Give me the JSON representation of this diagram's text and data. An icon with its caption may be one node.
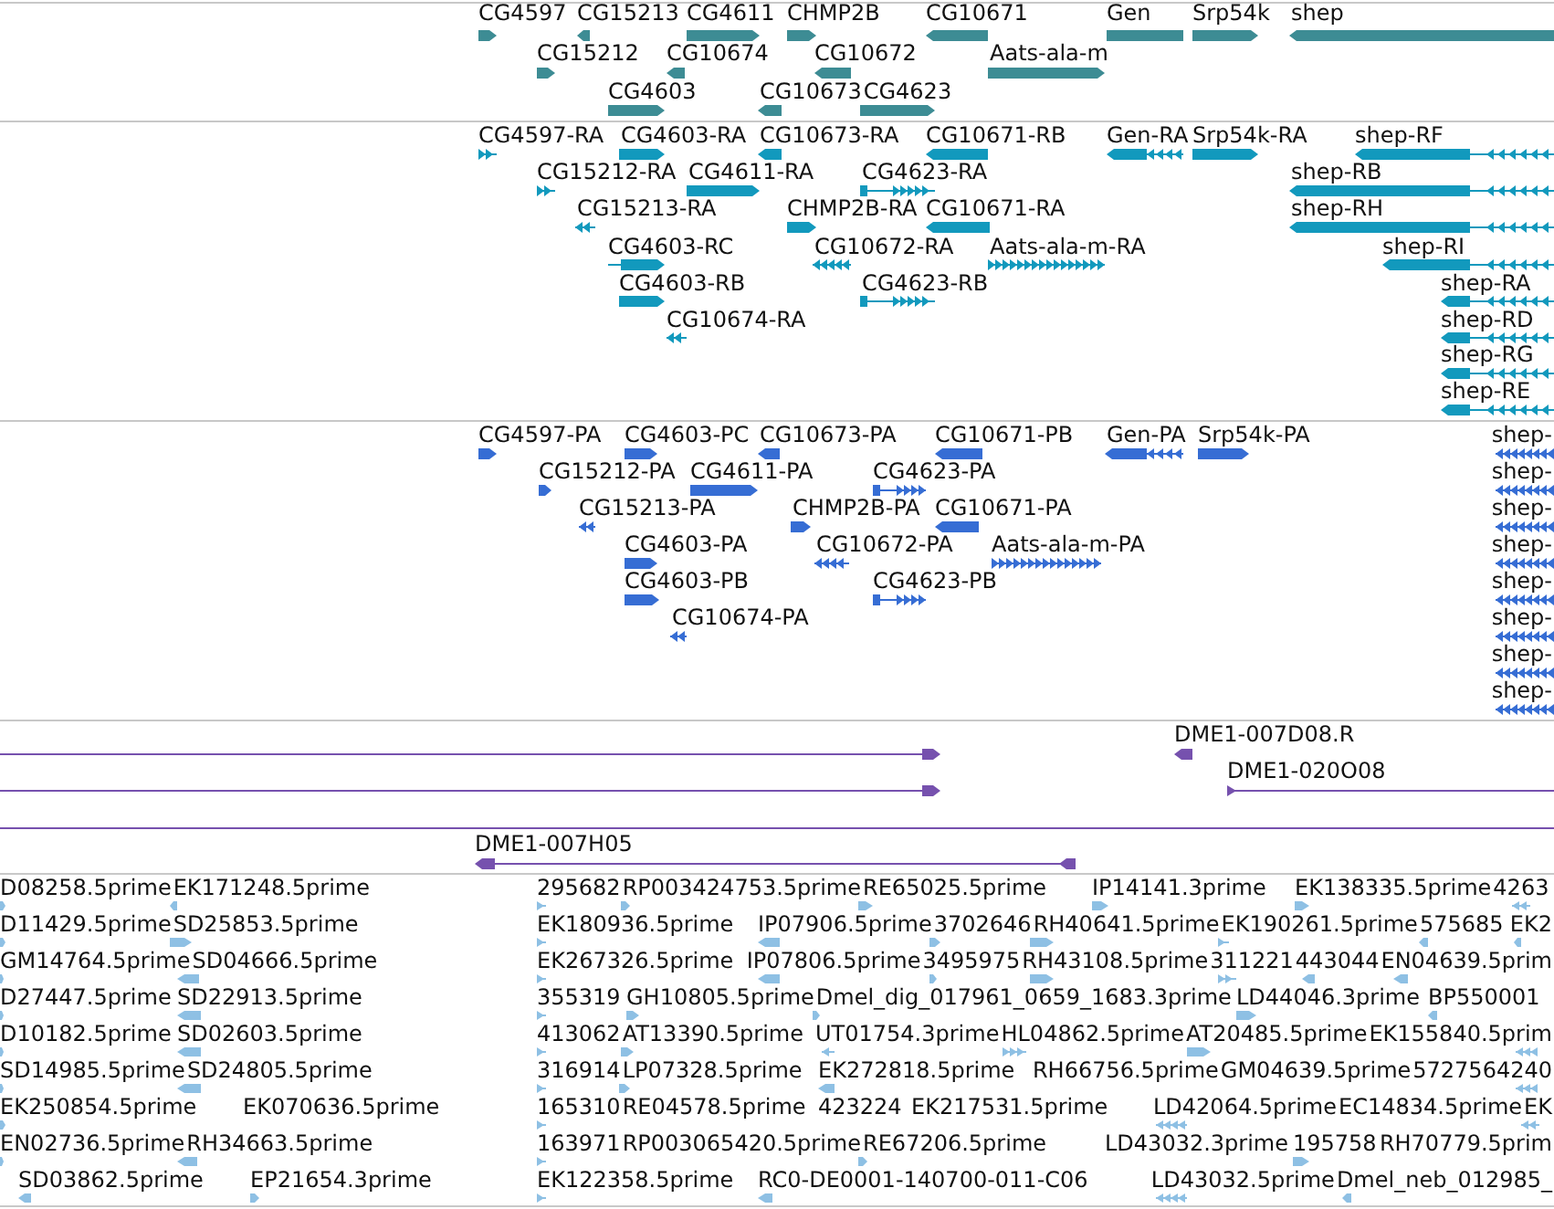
{
  "diagram": {
    "labels": [
      "CG4597",
      "CG15213",
      "CG4611",
      "CHMP2B",
      "CG10671",
      "Gen",
      "Srp54k",
      "shep",
      "CG15212",
      "CG10674",
      "CG10672",
      "Aats-ala-m",
      "CG4603",
      "CG10673",
      "CG4623",
      "CG4597-RA",
      "CG4603-RA",
      "CG10673-RA",
      "CG10671-RB",
      "Gen-RA",
      "Srp54k-RA",
      "shep-RF",
      "CG15212-RA",
      "CG4611-RA",
      "CG4623-RA",
      "shep-RB",
      "CG15213-RA",
      "CHMP2B-RA",
      "CG10671-RA",
      "shep-RH",
      "CG4603-RC",
      "CG10672-RA",
      "Aats-ala-m-RA",
      "shep-RI",
      "CG4603-RB",
      "CG4623-RB",
      "shep-RA",
      "CG10674-RA",
      "shep-RD",
      "shep-RG",
      "shep-RE",
      "CG4597-PA",
      "CG4603-PC",
      "CG10673-PA",
      "CG10671-PB",
      "Gen-PA",
      "Srp54k-PA",
      "shep-",
      "CG15212-PA",
      "CG4611-PA",
      "CG4623-PA",
      "shep-",
      "CG15213-PA",
      "CHMP2B-PA",
      "CG10671-PA",
      "shep-",
      "CG4603-PA",
      "CG10672-PA",
      "Aats-ala-m-PA",
      "shep-",
      "CG4603-PB",
      "CG4623-PB",
      "shep-",
      "CG10674-PA",
      "shep-",
      "shep-",
      "shep-",
      "DME1-007D08.R",
      "DME1-020O08",
      "DME1-007H05",
      "D08258.5prime",
      "EK171248.5prime",
      "295682",
      "RP003424753.5prime",
      "RE65025.5prime",
      "IP14141.3prime",
      "EK138335.5prime",
      "4263",
      "D11429.5prime",
      "SD25853.5prime",
      "EK180936.5prime",
      "IP07906.5prime",
      "3702646",
      "RH40641.5prime",
      "EK190261.5prime",
      "575685",
      "EK2",
      "GM14764.5prime",
      "SD04666.5prime",
      "EK267326.5prime",
      "IP07806.5prime",
      "3495975",
      "RH43108.5prime",
      "311221",
      "443044",
      "EN04639.5prim",
      "D27447.5prime",
      "SD22913.5prime",
      "355319",
      "GH10805.5prime",
      "Dmel_dig_017961_0659_1683.3prime",
      "LD44046.3prime",
      "BP550001",
      "D10182.5prime",
      "SD02603.5prime",
      "413062",
      "AT13390.5prime",
      "UT01754.3prime",
      "HL04862.5prime",
      "AT20485.5prime",
      "EK155840.5prim",
      "SD14985.5prime",
      "SD24805.5prime",
      "316914",
      "LP07328.5prime",
      "EK272818.5prime",
      "RH66756.5prime",
      "GM04639.5prime",
      "5727564240",
      "EK250854.5prime",
      "EK070636.5prime",
      "165310",
      "RE04578.5prime",
      "423224",
      "EK217531.5prime",
      "LD42064.5prime",
      "EC14834.5prime",
      "EK",
      "EN02736.5prime",
      "RH34663.5prime",
      "163971",
      "RP003065420.5prime",
      "RE67206.5prime",
      "LD43032.3prime",
      "195758",
      "RH70779.5prim",
      "SD03862.5prime",
      "EP21654.3prime",
      "EK122358.5prime",
      "RC0-DE0001-140700-011-C06",
      "LD43032.5prime",
      "Dmel_neb_012985_"
    ]
  }
}
